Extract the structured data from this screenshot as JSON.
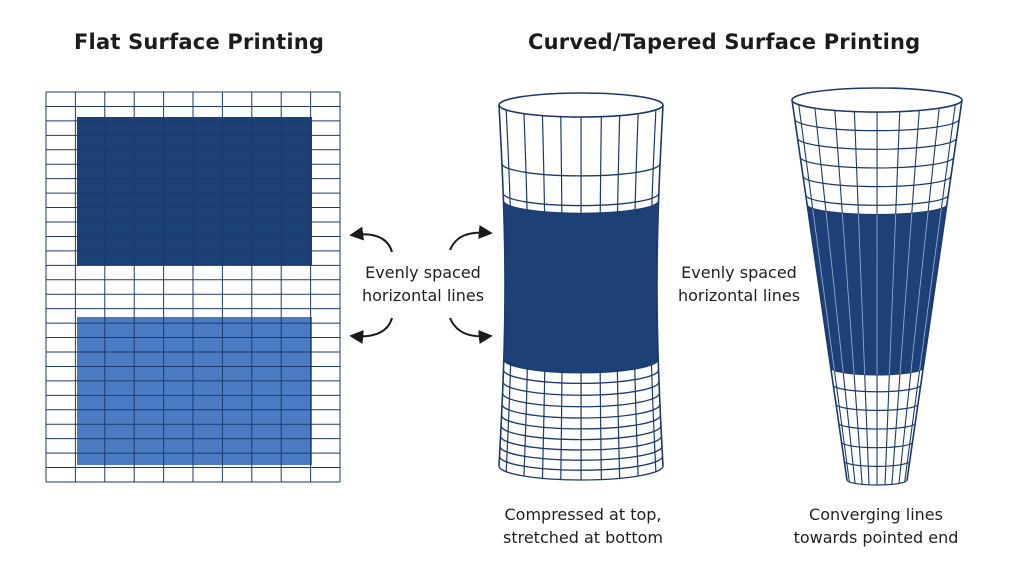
{
  "headings": {
    "flat": "Flat Surface Printing",
    "curved": "Curved/Tapered Surface Printing"
  },
  "callouts": {
    "middle_line1": "Evenly spaced",
    "middle_line2": "horizontal lines",
    "right_line1": "Evenly spaced",
    "right_line2": "horizontal lines"
  },
  "captions": {
    "cylinder_line1": "Compressed at top,",
    "cylinder_line2": "stretched at bottom",
    "cone_line1": "Converging lines",
    "cone_line2": "towards pointed end"
  },
  "colors": {
    "grid_line": "#1b3a6b",
    "dark_fill": "#1d4077",
    "light_fill": "#4b7cc3",
    "arrow": "#1a1a1a"
  }
}
